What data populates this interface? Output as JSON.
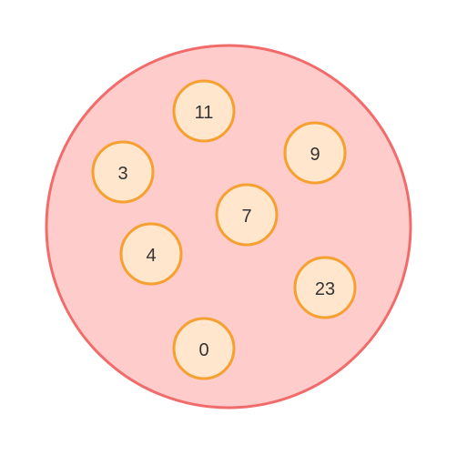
{
  "colors": {
    "outer_fill": "#ffcccc",
    "outer_stroke": "#f26b6b",
    "node_fill": "#ffe6cc",
    "node_stroke": "#f5a030",
    "text": "#333333"
  },
  "set": {
    "elements": [
      "11",
      "9",
      "3",
      "7",
      "4",
      "23",
      "0"
    ]
  }
}
